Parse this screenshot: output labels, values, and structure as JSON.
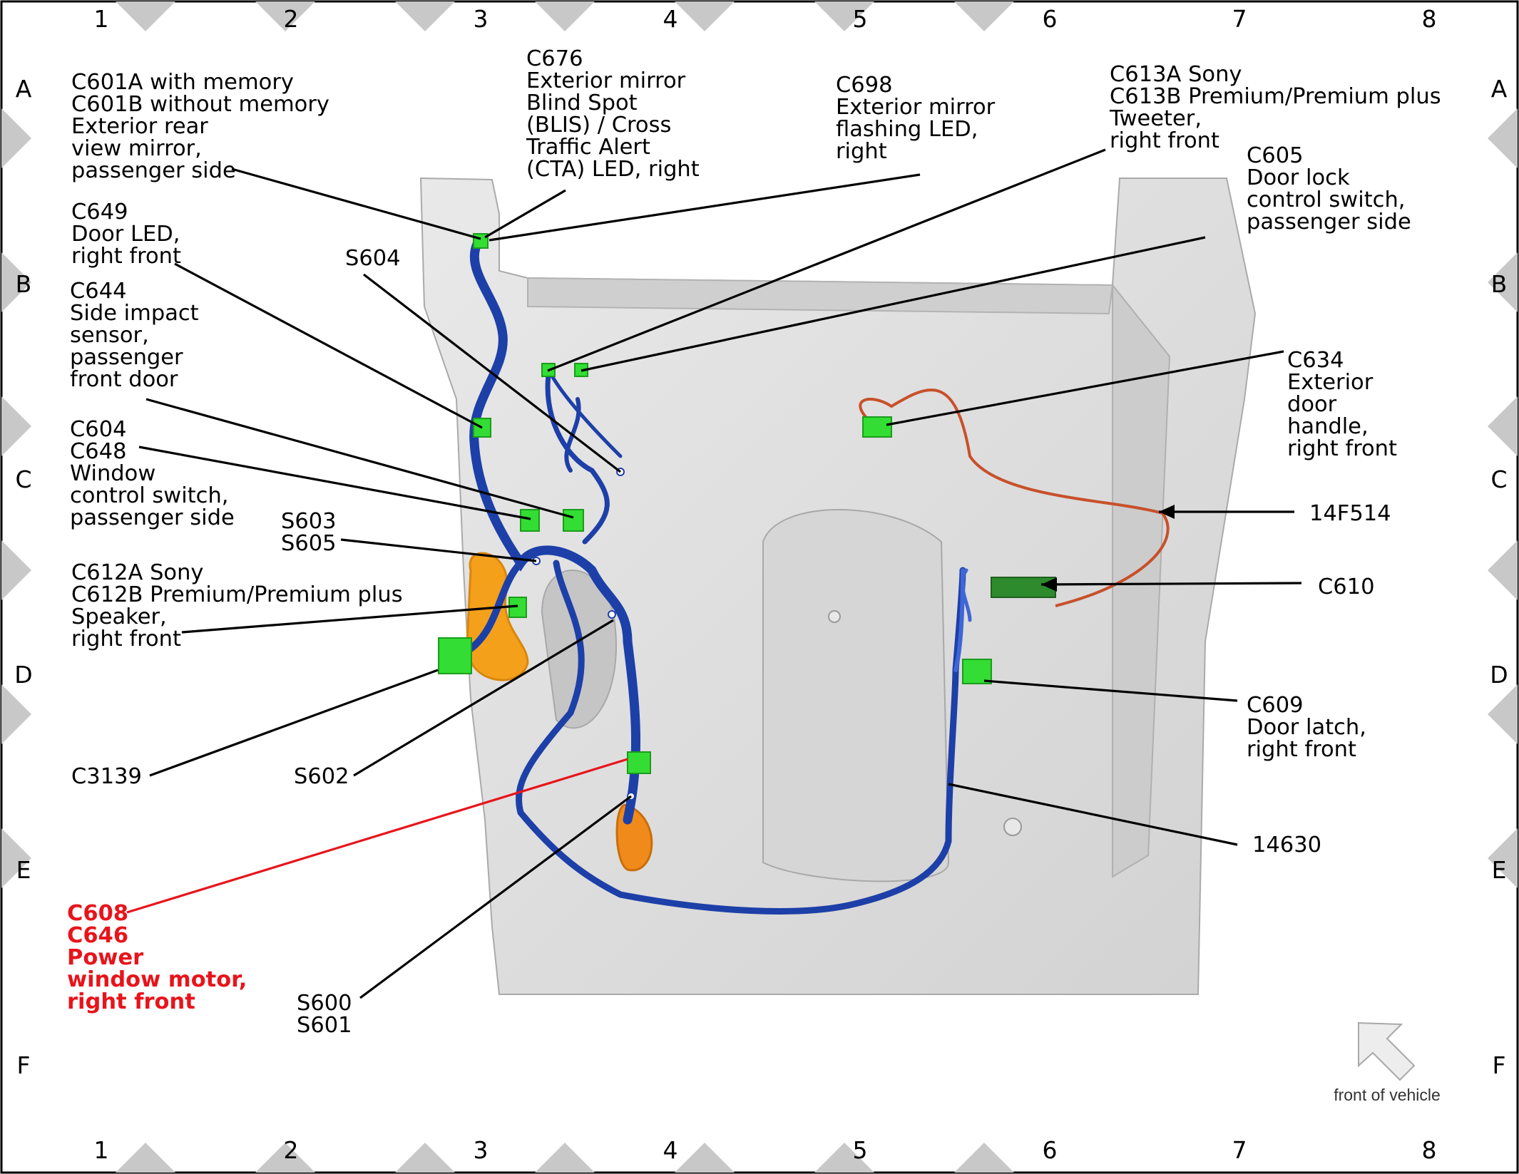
{
  "grid": {
    "columns": [
      "1",
      "2",
      "3",
      "4",
      "5",
      "6",
      "7",
      "8"
    ],
    "rows": [
      "A",
      "B",
      "C",
      "D",
      "E",
      "F"
    ]
  },
  "callouts": [
    {
      "id": "c601",
      "lines": [
        "C601A with memory",
        "C601B without memory",
        "Exterior rear",
        "view mirror,",
        "passenger side"
      ]
    },
    {
      "id": "c676",
      "lines": [
        "C676",
        "Exterior mirror",
        "Blind Spot",
        "(BLIS) / Cross",
        "Traffic Alert",
        "(CTA) LED, right"
      ]
    },
    {
      "id": "c698",
      "lines": [
        "C698",
        "Exterior mirror",
        "flashing LED,",
        "right"
      ]
    },
    {
      "id": "c613",
      "lines": [
        "C613A  Sony",
        "C613B  Premium/Premium plus",
        "Tweeter,",
        "right front"
      ]
    },
    {
      "id": "c605",
      "lines": [
        "C605",
        "Door lock",
        "control switch,",
        "passenger side"
      ]
    },
    {
      "id": "c649",
      "lines": [
        "C649",
        "Door LED,",
        "right front"
      ]
    },
    {
      "id": "s604",
      "lines": [
        "S604"
      ]
    },
    {
      "id": "c644",
      "lines": [
        "C644",
        "Side impact",
        "sensor,",
        "passenger",
        "front door"
      ]
    },
    {
      "id": "c634",
      "lines": [
        "C634",
        "Exterior",
        "door",
        "handle,",
        "right front"
      ]
    },
    {
      "id": "c604",
      "lines": [
        "C604",
        "C648",
        "Window",
        "control switch,",
        "passenger side"
      ]
    },
    {
      "id": "f14514",
      "lines": [
        "14F514"
      ]
    },
    {
      "id": "s603",
      "lines": [
        "S603",
        "S605"
      ]
    },
    {
      "id": "c612",
      "lines": [
        "C612A  Sony",
        "C612B  Premium/Premium plus",
        "Speaker,",
        "right front"
      ]
    },
    {
      "id": "c610",
      "lines": [
        "C610"
      ]
    },
    {
      "id": "c609",
      "lines": [
        "C609",
        "Door latch,",
        "right front"
      ]
    },
    {
      "id": "c3139",
      "lines": [
        "C3139"
      ]
    },
    {
      "id": "s602",
      "lines": [
        "S602"
      ]
    },
    {
      "id": "w14630",
      "lines": [
        "14630"
      ]
    },
    {
      "id": "c608",
      "lines": [
        "C608",
        "C646",
        "Power",
        "window motor,",
        "right front"
      ]
    },
    {
      "id": "s600",
      "lines": [
        "S600",
        "S601"
      ]
    }
  ],
  "front_label": "front of vehicle",
  "colors": {
    "highlight": "#e8141b",
    "harness": "#1d3fa8",
    "harness_light": "#3f66d6",
    "connector": "#33dd33",
    "connector_dark": "#2d8a2d",
    "orange_part": "#f4a01a",
    "red_wire": "#c8502a",
    "door_panel": "#dcdcdc",
    "frame_triangles": "#c8c8c8"
  }
}
